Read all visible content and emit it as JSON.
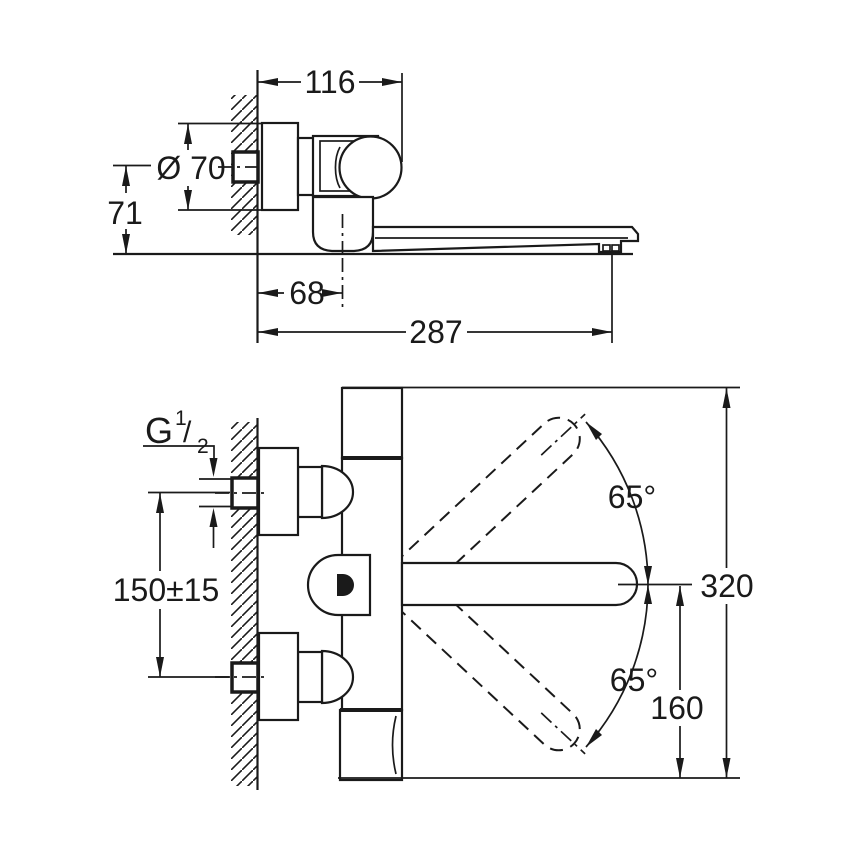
{
  "drawing": {
    "background": "#ffffff",
    "line_color": "#1a1a1a",
    "side_view": {
      "dim_width": "116",
      "dim_diameter": "Ø 70",
      "dim_height": "71",
      "dim_offset": "68",
      "dim_reach": "287"
    },
    "front_view": {
      "thread": {
        "letter": "G",
        "numerator": "1",
        "slash": "/",
        "denominator": "2"
      },
      "dim_spacing": "150±15",
      "angle_upper": "65°",
      "angle_lower": "65°",
      "dim_total_height": "320",
      "dim_lower_height": "160"
    }
  }
}
